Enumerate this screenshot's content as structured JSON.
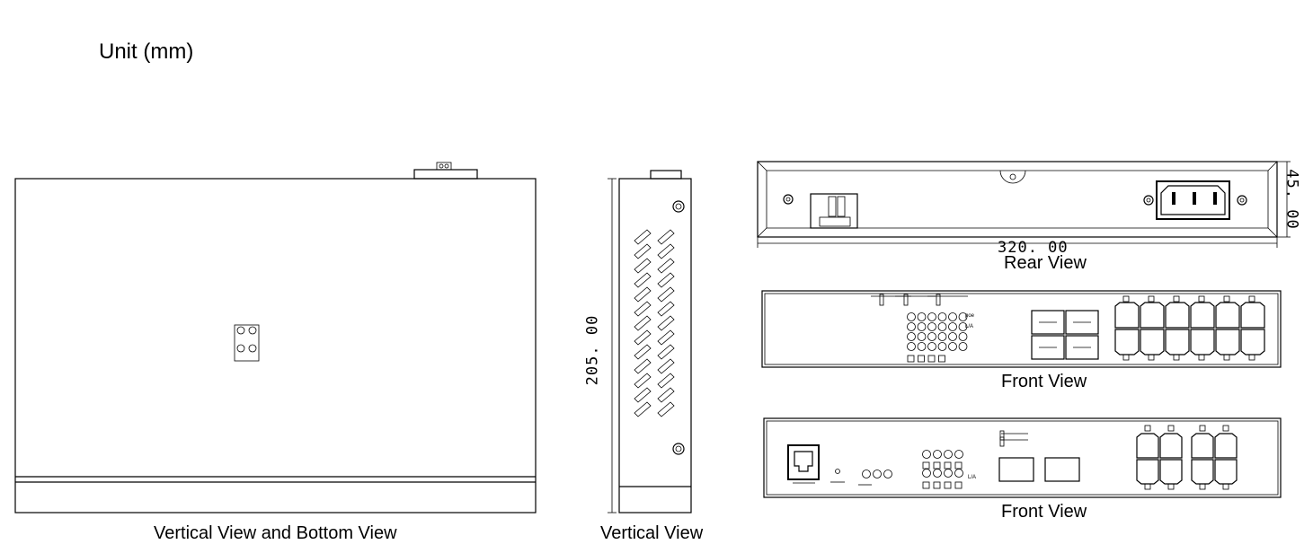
{
  "unit_label": "Unit (mm)",
  "labels": {
    "top_bottom": "Vertical View and Bottom View",
    "side": "Vertical View",
    "rear": "Rear View",
    "front1": "Front View",
    "front2": "Front View"
  },
  "dimensions": {
    "depth": "205. 00",
    "width": "320. 00",
    "height": "45. 00"
  },
  "panel_marks": {
    "poe": "poe",
    "la": "L/A",
    "la_lower": "L/A"
  }
}
